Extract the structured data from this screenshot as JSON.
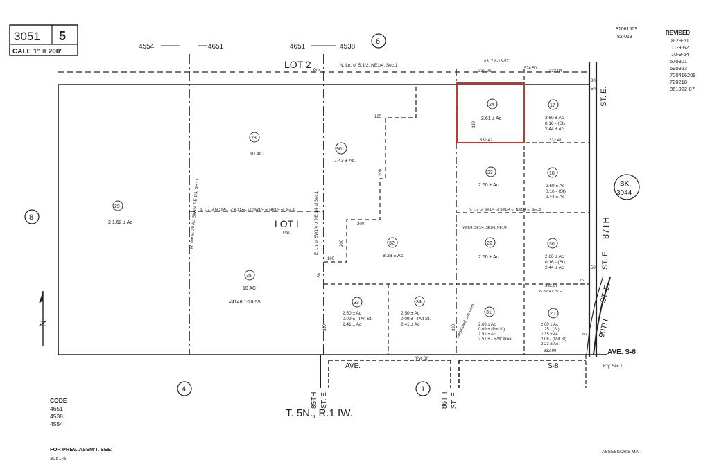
{
  "header": {
    "book": "3051",
    "page": "5",
    "scale": "CALE 1\" = 200'",
    "top_ref_1": "4554",
    "top_ref_2": "4651",
    "top_ref_3": "4651",
    "top_ref_4": "4538",
    "sheet_circle": "6",
    "map_id_1": "81061609",
    "map_id_2": "82-018"
  },
  "revised": {
    "label": "REVISED",
    "dates": [
      "8-29-61",
      "11-9-62",
      "10-9-64",
      "670901",
      "690923",
      "700416209",
      "720218",
      "861022-87"
    ]
  },
  "lots": {
    "lot2": "LOT 2",
    "lot1": "LOT I",
    "lot2_sub": "Por.",
    "lot1_sub": "Por."
  },
  "parcels": [
    {
      "num": "29",
      "area": "2 1.62 ± Ac"
    },
    {
      "num": "28",
      "area": "10 AC"
    },
    {
      "num": "35",
      "area": "10 AC"
    },
    {
      "num": "901",
      "area": "7.43 ± Ac."
    },
    {
      "num": "32",
      "area": "8.28 ± Ac."
    },
    {
      "num": "24",
      "area": "2.61 ± Ac"
    },
    {
      "num": "17",
      "area": "2.60 ± Ac"
    },
    {
      "num": "23",
      "area": "2.60 ± Ac"
    },
    {
      "num": "18",
      "area": "2.60 ± Ac"
    },
    {
      "num": "22",
      "area": "2.60 ± Ac"
    },
    {
      "num": "30",
      "area": "2.60 ± Ac"
    },
    {
      "num": "33",
      "area": "2.50 ± Ac"
    },
    {
      "num": "34",
      "area": "2.50 ± Ac"
    },
    {
      "num": "31",
      "area": "2.60 ± Ac"
    },
    {
      "num": "20",
      "area": "2.60 ± Ac"
    }
  ],
  "parcel_notes": {
    "p17_a": "0.16 - (St)",
    "p17_b": "2.44 ± Ac",
    "p18_a": "0.16 - (St)",
    "p18_b": "2.44 ± Ac",
    "p30_a": "0.16 - (St)",
    "p30_b": "2.44 ± Ac",
    "p33_a": "0.09 ± - Pvt St.",
    "p33_b": "2.41 ± Ac",
    "p34_a": "0.09 ± - Pvt St.",
    "p34_b": "2.41 ± Ac",
    "p31_a": "0.09 ± (Pvt St)",
    "p31_b": "2.51 ± Ac",
    "p31_c": "2.51 ± - R/W Area",
    "p20_a": "1.25 - (St)",
    "p20_b": "2.35 ± Ac",
    "p20_c": "2.08 - (Pvt St)",
    "p20_d": "2.23 ± Ac",
    "sale_note": "#4146  1-28-55"
  },
  "sheet_refs": {
    "left": "8",
    "bottom_left": "4",
    "bottom_center": "1",
    "book_label": "BK.",
    "book_num": "3044"
  },
  "streets": {
    "st_85_a": "85TH",
    "st_85_b": "ST. E.",
    "st_86_a": "86TH",
    "st_86_b": "ST. E.",
    "st_87": "87TH",
    "st_87_b": "ST. E.",
    "st_90": "90TH",
    "st_90_b": "ST. E.",
    "ave_s8": "AVE. S-8",
    "ave": "AVE.",
    "s8": "S-8",
    "st_e_top": "ST. E.",
    "pvt_st": "(Pvt St)"
  },
  "legal_notes": {
    "n_ln": "N. Ln. of S.1/2, NE1/4, Sec.1",
    "ref_date": "#317  8-13-57",
    "s_ln": "S. Ln. of N.10Ac. of E.22Ac. of SW1/4 of NE1/4 of Sec.1",
    "n_ln_se": "N. Ln. of SE1/4 of SE1/4 of NE1/4 of Sec.1",
    "restricted": "Restricted Use Area",
    "e_ln": "E. Ln. of SW1/4 of NE 1/4 of Sec.1",
    "w_line": "W. line E. 20 Ac. SW1/4 NE 1/4, Sec.1",
    "elly": "E'ly, Sec.1",
    "nw_note": "NW1/4, SE1/4, SE1/4, NE1/4"
  },
  "dimensions": {
    "d1": "332.25",
    "d2": "332.42",
    "d3": "332.41",
    "d4": "332.04",
    "d5": "332.07",
    "d6": "332.90",
    "d7": "330",
    "d8": "330",
    "d9": "330",
    "d10": "125",
    "d11": "200",
    "d12": "200",
    "d13": "200",
    "d14": "100",
    "d15": "150",
    "d16": "50",
    "d17": "50",
    "d18": "30",
    "d19": "N.89°47'25\"E.",
    "d20": "574.50",
    "d21": "75",
    "d22": "80"
  },
  "township": "T. 5N., R.1 IW.",
  "code": {
    "label": "CODE",
    "values": [
      "4651",
      "4538",
      "4554"
    ]
  },
  "footer": {
    "prev_label": "FOR PREV. ASSM'T. SEE:",
    "prev_value": "3051-5",
    "assessor": "ASSESSOR'S MAP"
  },
  "north": "N"
}
